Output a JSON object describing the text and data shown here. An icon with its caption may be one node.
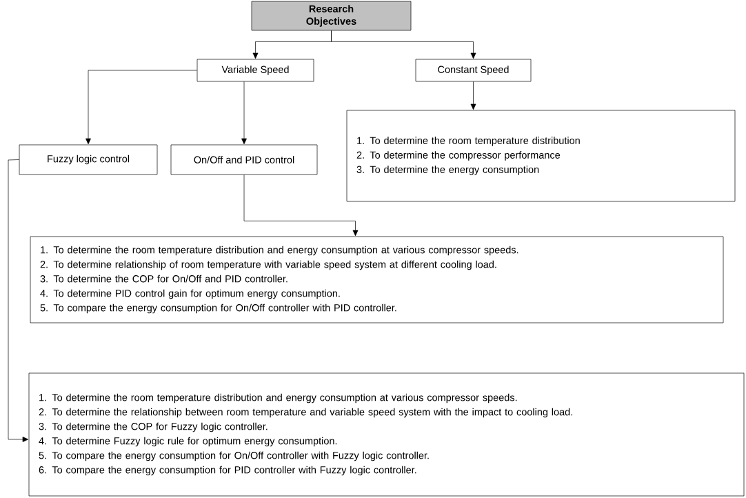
{
  "diagram": {
    "nodes": [
      {
        "text": [
          "Research Objectives"
        ]
      },
      {
        "text": [
          "Variable Speed"
        ]
      },
      {
        "text": [
          "Constant Speed"
        ]
      },
      {
        "text": [
          "Fuzzy logic control"
        ]
      },
      {
        "text": [
          "On/Off and PID control"
        ]
      },
      {
        "text": [
          "1. To determine the room temperature distribution",
          "2. To determine the compressor performance",
          "3. To determine the energy consumption"
        ]
      },
      {
        "text": [
          "1. To determine the room temperature distribution and energy consumption at various compressor speeds.",
          "2. To determine relationship of room temperature with variable speed system at different cooling load.",
          "3. To determine the COP for On/Off and PID controller.",
          "4. To determine PID control gain for optimum energy consumption.",
          "5. To compare the energy consumption for On/Off controller with PID controller."
        ]
      },
      {
        "text": [
          "1. To determine the room temperature distribution and energy consumption at various compressor speeds.",
          "2. To determine the relationship between room temperature and variable speed system with the impact to cooling load.",
          "3. To determine the COP for Fuzzy logic controller.",
          "4. To determine Fuzzy logic rule for optimum energy consumption.",
          "5. To compare the energy consumption for On/Off controller with Fuzzy logic controller.",
          "6. To compare the energy consumption for PID controller with Fuzzy logic controller."
        ]
      }
    ],
    "edges": [
      {
        "from": 0,
        "to": 1,
        "arrow": "to"
      },
      {
        "from": 0,
        "to": 2,
        "arrow": "to"
      },
      {
        "from": 1,
        "to": 3,
        "arrow": "to"
      },
      {
        "from": 1,
        "to": 4,
        "arrow": "to"
      },
      {
        "from": 2,
        "to": 5,
        "arrow": "to"
      },
      {
        "from": 4,
        "to": 6,
        "arrow": "to"
      },
      {
        "from": 3,
        "to": 7,
        "arrow": "to"
      }
    ]
  }
}
